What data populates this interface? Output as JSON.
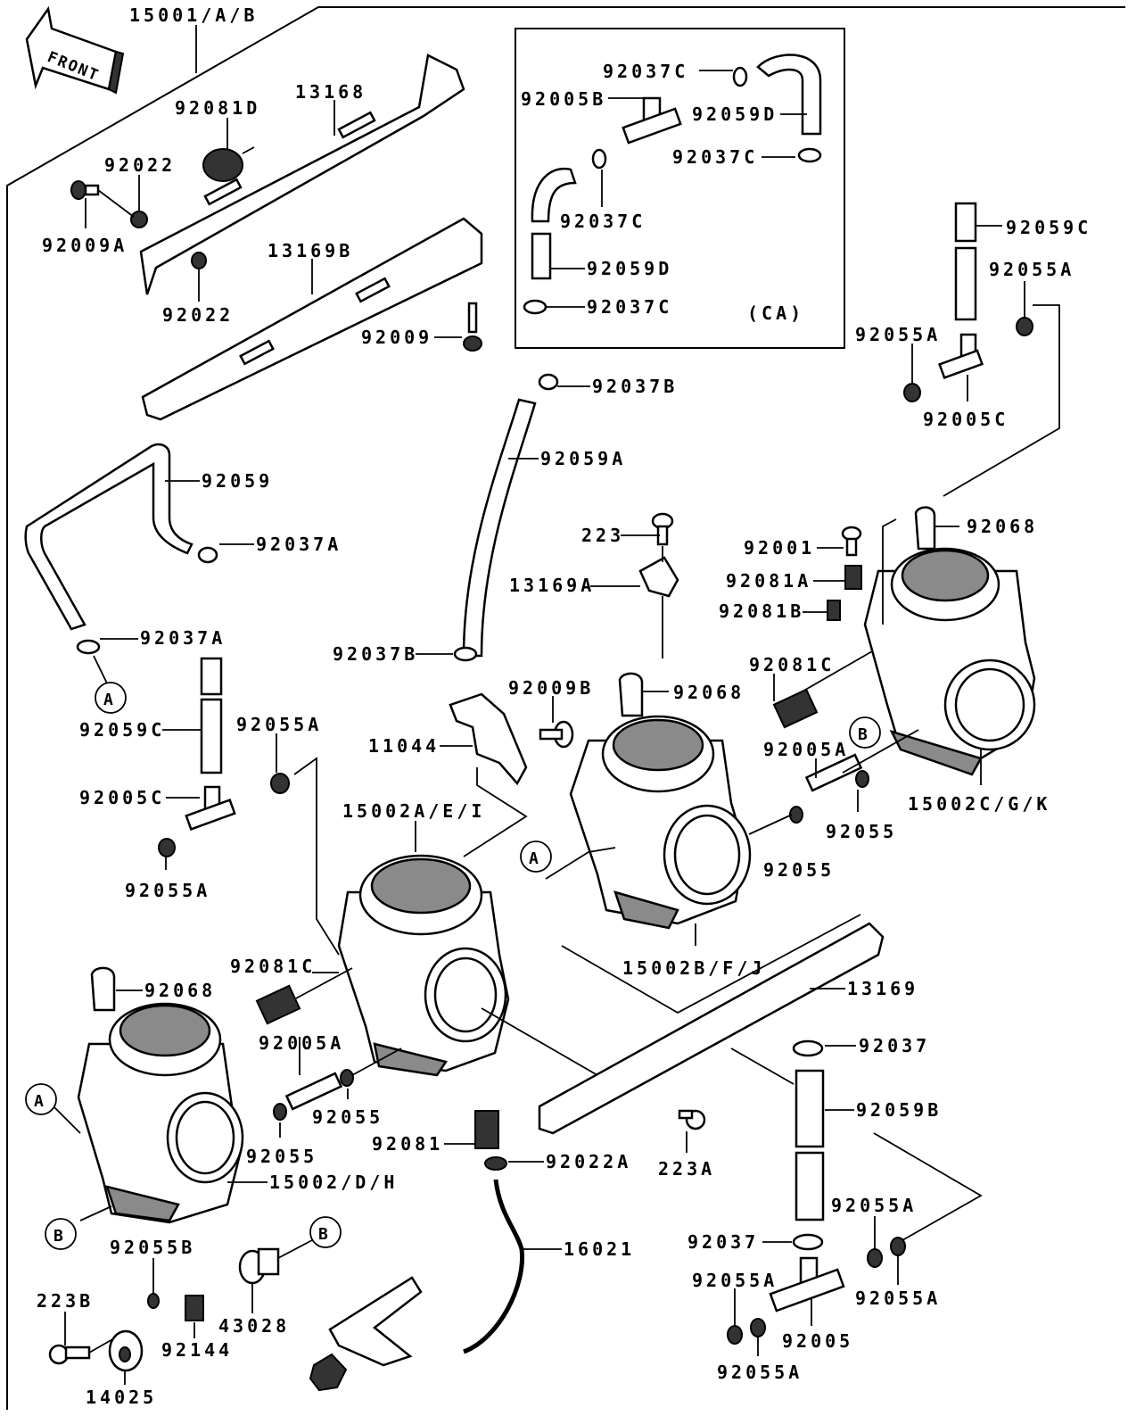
{
  "front_label": "FRONT",
  "inset_label": "(CA)",
  "callouts": {
    "a1": "A",
    "a2": "A",
    "a3": "A",
    "b1": "B",
    "b2": "B",
    "b3": "B"
  },
  "parts": [
    {
      "key": "p_15001AB",
      "label": "15001/A/B"
    },
    {
      "key": "p_13168",
      "label": "13168"
    },
    {
      "key": "p_92081D",
      "label": "92081D"
    },
    {
      "key": "p_92022_top",
      "label": "92022"
    },
    {
      "key": "p_92009A",
      "label": "92009A"
    },
    {
      "key": "p_92022_mid",
      "label": "92022"
    },
    {
      "key": "p_13169B",
      "label": "13169B"
    },
    {
      "key": "p_92009",
      "label": "92009"
    },
    {
      "key": "p_92037C_1",
      "label": "92037C"
    },
    {
      "key": "p_92005B",
      "label": "92005B"
    },
    {
      "key": "p_92059D_1",
      "label": "92059D"
    },
    {
      "key": "p_92037C_2",
      "label": "92037C"
    },
    {
      "key": "p_92037C_3",
      "label": "92037C"
    },
    {
      "key": "p_92059D_2",
      "label": "92059D"
    },
    {
      "key": "p_92037C_4",
      "label": "92037C"
    },
    {
      "key": "p_92059C_top",
      "label": "92059C"
    },
    {
      "key": "p_92055A_r1",
      "label": "92055A"
    },
    {
      "key": "p_92055A_r2",
      "label": "92055A"
    },
    {
      "key": "p_92005C_top",
      "label": "92005C"
    },
    {
      "key": "p_92037B_top",
      "label": "92037B"
    },
    {
      "key": "p_92059A",
      "label": "92059A"
    },
    {
      "key": "p_92059",
      "label": "92059"
    },
    {
      "key": "p_92037A_1",
      "label": "92037A"
    },
    {
      "key": "p_92037A_2",
      "label": "92037A"
    },
    {
      "key": "p_92068_top",
      "label": "92068"
    },
    {
      "key": "p_223",
      "label": "223"
    },
    {
      "key": "p_92001",
      "label": "92001"
    },
    {
      "key": "p_13169A",
      "label": "13169A"
    },
    {
      "key": "p_92081A",
      "label": "92081A"
    },
    {
      "key": "p_92081B",
      "label": "92081B"
    },
    {
      "key": "p_92037B_mid",
      "label": "92037B"
    },
    {
      "key": "p_92081C_r",
      "label": "92081C"
    },
    {
      "key": "p_92009B",
      "label": "92009B"
    },
    {
      "key": "p_92068_mid",
      "label": "92068"
    },
    {
      "key": "p_92059C_left",
      "label": "92059C"
    },
    {
      "key": "p_92055A_left",
      "label": "92055A"
    },
    {
      "key": "p_11044",
      "label": "11044"
    },
    {
      "key": "p_92005A_r",
      "label": "92005A"
    },
    {
      "key": "p_15002CGK",
      "label": "15002C/G/K"
    },
    {
      "key": "p_92005C_left",
      "label": "92005C"
    },
    {
      "key": "p_15002AEI",
      "label": "15002A/E/I"
    },
    {
      "key": "p_92055_r1",
      "label": "92055"
    },
    {
      "key": "p_92055_r2",
      "label": "92055"
    },
    {
      "key": "p_92055A_left2",
      "label": "92055A"
    },
    {
      "key": "p_15002BFJ",
      "label": "15002B/F/J"
    },
    {
      "key": "p_92081C_l",
      "label": "92081C"
    },
    {
      "key": "p_92068_left",
      "label": "92068"
    },
    {
      "key": "p_13169",
      "label": "13169"
    },
    {
      "key": "p_92005A_l",
      "label": "92005A"
    },
    {
      "key": "p_92037",
      "label": "92037"
    },
    {
      "key": "p_92055_l1",
      "label": "92055"
    },
    {
      "key": "p_92059B",
      "label": "92059B"
    },
    {
      "key": "p_92055_l2",
      "label": "92055"
    },
    {
      "key": "p_92081",
      "label": "92081"
    },
    {
      "key": "p_92022A",
      "label": "92022A"
    },
    {
      "key": "p_223A",
      "label": "223A"
    },
    {
      "key": "p_15002DH",
      "label": "15002/D/H"
    },
    {
      "key": "p_92055A_b1",
      "label": "92055A"
    },
    {
      "key": "p_16021",
      "label": "16021"
    },
    {
      "key": "p_92055B",
      "label": "92055B"
    },
    {
      "key": "p_92037_b",
      "label": "92037"
    },
    {
      "key": "p_223B",
      "label": "223B"
    },
    {
      "key": "p_92055A_b2",
      "label": "92055A"
    },
    {
      "key": "p_92055A_b3",
      "label": "92055A"
    },
    {
      "key": "p_43028",
      "label": "43028"
    },
    {
      "key": "p_92144",
      "label": "92144"
    },
    {
      "key": "p_92005",
      "label": "92005"
    },
    {
      "key": "p_14025",
      "label": "14025"
    },
    {
      "key": "p_92055A_b4",
      "label": "92055A"
    }
  ]
}
